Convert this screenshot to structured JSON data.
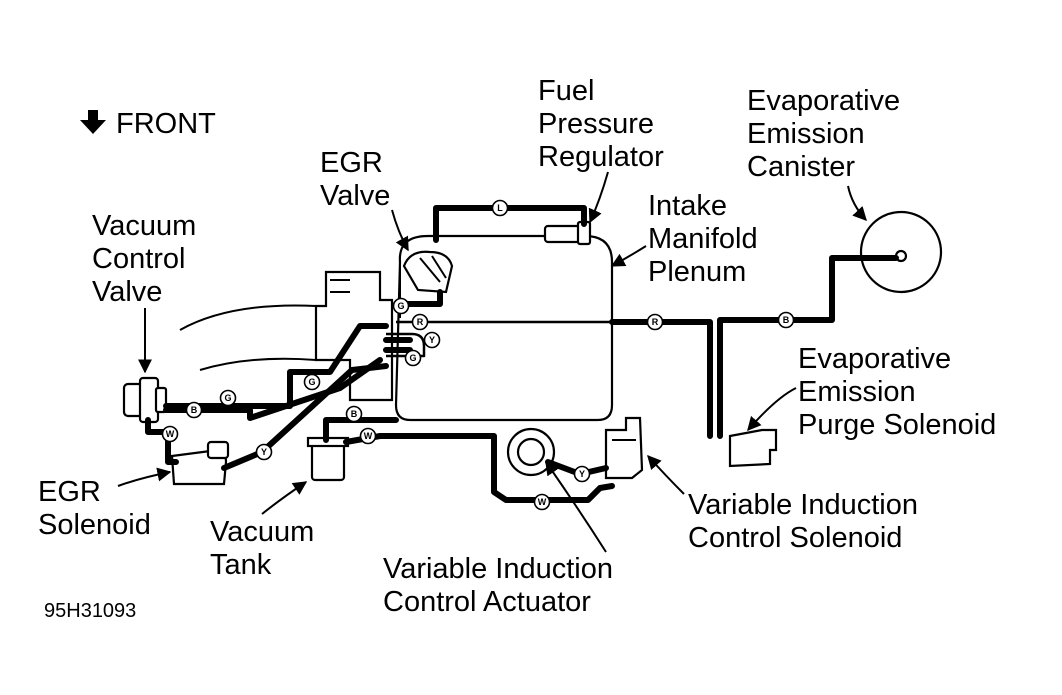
{
  "front_marker": {
    "text": "FRONT",
    "icon": "down-arrow-icon"
  },
  "figure_code": "95H31093",
  "labels": {
    "fuel_pressure_regulator": [
      "Fuel",
      "Pressure",
      "Regulator"
    ],
    "evaporative_emission_canister": [
      "Evaporative",
      "Emission",
      "Canister"
    ],
    "egr_valve": [
      "EGR",
      "Valve"
    ],
    "intake_manifold_plenum": [
      "Intake",
      "Manifold",
      "Plenum"
    ],
    "vacuum_control_valve": [
      "Vacuum",
      "Control",
      "Valve"
    ],
    "evaporative_emission_purge_solenoid": [
      "Evaporative",
      "Emission",
      "Purge Solenoid"
    ],
    "egr_solenoid": [
      "EGR",
      "Solenoid"
    ],
    "vacuum_tank": [
      "Vacuum",
      "Tank"
    ],
    "variable_induction_control_solenoid": [
      "Variable Induction",
      "Control Solenoid"
    ],
    "variable_induction_control_actuator": [
      "Variable Induction",
      "Control Actuator"
    ]
  },
  "hose_tags": {
    "L": "L",
    "G": "G",
    "R": "R",
    "Y": "Y",
    "B": "B",
    "W": "W"
  }
}
